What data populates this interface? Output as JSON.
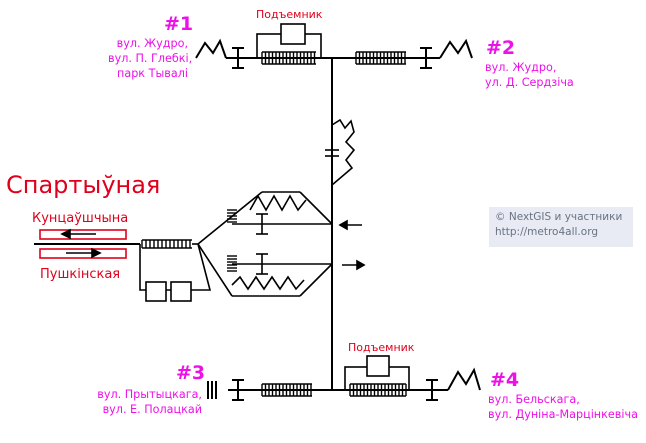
{
  "station": {
    "name": "Спартыўная"
  },
  "platforms": [
    {
      "label": "Кунцаўшчына",
      "arrow": "left"
    },
    {
      "label": "Пушкінская",
      "arrow": "right"
    }
  ],
  "exits": [
    {
      "number": "#1",
      "lines": [
        "вул. Жудро,",
        "вул. П. Глебкі,",
        "парк Тывалі"
      ]
    },
    {
      "number": "#2",
      "lines": [
        "вул. Жудро,",
        "ул. Д. Сердзіча"
      ]
    },
    {
      "number": "#3",
      "lines": [
        "вул. Прытыцкага,",
        "вул. Е. Полацкай"
      ]
    },
    {
      "number": "#4",
      "lines": [
        "вул. Бельскага,",
        "вул. Дуніна-Марцінкевіча"
      ]
    }
  ],
  "lifts": [
    {
      "label": "Подъемник"
    },
    {
      "label": "Подъемник"
    }
  ],
  "credits": {
    "line1": "© NextGIS и участники",
    "line2": "http://metro4all.org"
  },
  "colors": {
    "accent_red": "#e0001b",
    "exit_magenta": "#ee10e8",
    "line": "#000000",
    "credits_bg": "#e8ebf4",
    "credits_text": "#6a7380"
  },
  "icons": [
    "turnstile-icon",
    "stairs-icon",
    "ramp-icon",
    "escalator-icon",
    "lift-icon",
    "direction-arrow-icon"
  ]
}
